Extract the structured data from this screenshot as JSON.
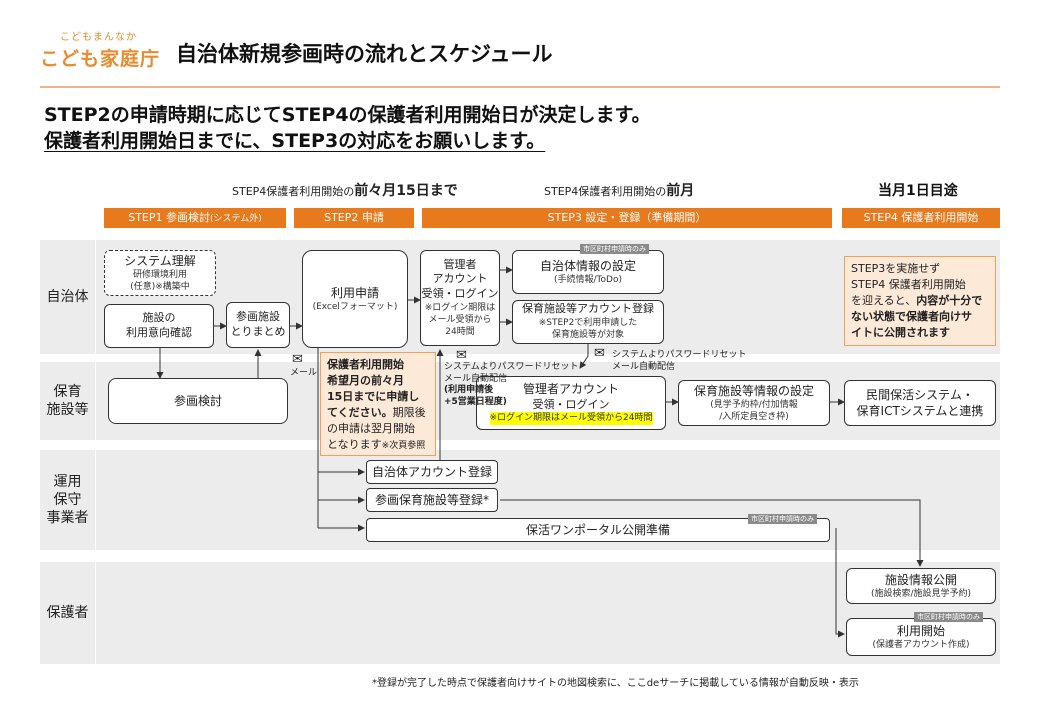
{
  "header": {
    "logo_sub": "こどもまんなか",
    "logo_main": "こども家庭庁",
    "title": "自治体新規参画時の流れとスケジュール"
  },
  "lead": {
    "line1": "STEP2の申請時期に応じてSTEP4の保護者利用開始日が決定します。",
    "line2": "保護者利用開始日までに、STEP3の対応をお願いします。"
  },
  "deadlines": {
    "step2_prefix": "STEP4保護者利用開始の",
    "step2_bold": "前々月15日まで",
    "step3_prefix": "STEP4保護者利用開始の",
    "step3_bold": "前月",
    "step4": "当月1日目途"
  },
  "steps": {
    "step1": "STEP1 参画検討",
    "step1_note": "(システム外)",
    "step2": "STEP2 申請",
    "step3": "STEP3 設定・登録（準備期間）",
    "step4": "STEP4 保護者利用開始"
  },
  "lanes": {
    "municipality": "自治体",
    "facility_line1": "保育",
    "facility_line2": "施設等",
    "operator_line1": "運用",
    "operator_line2": "保守",
    "operator_line3": "事業者",
    "guardian": "保護者"
  },
  "boxes": {
    "system_understanding_title": "システム理解",
    "system_understanding_l2": "研修環境利用",
    "system_understanding_l3": "(任意)※構築中",
    "intent_l1": "施設の",
    "intent_l2": "利用意向確認",
    "compile_l1": "参画施設",
    "compile_l2": "とりまとめ",
    "apply_title": "利用申請",
    "apply_sub": "(Excelフォーマット)",
    "admin_account_l1": "管理者",
    "admin_account_l2": "アカウント",
    "admin_account_l3": "受領・ログイン",
    "admin_account_note1": "※ログイン期限は",
    "admin_account_note2": "メール受領から",
    "admin_account_note3": "24時間",
    "muni_info_title": "自治体情報の設定",
    "muni_info_sub": "(手続情報/ToDo)",
    "facility_account_reg_title": "保育施設等アカウント登録",
    "facility_account_reg_sub1": "※STEP2で利用申請した",
    "facility_account_reg_sub2": "保育施設等が対象",
    "participation": "参画検討",
    "admin_account2_l1": "管理者アカウント",
    "admin_account2_l2": "受領・ログイン",
    "admin_account2_note": "※ログイン期限はメール受領から24時間",
    "facility_info_title": "保育施設等情報の設定",
    "facility_info_sub1": "(見学予約枠/付加情報",
    "facility_info_sub2": "/入所定員空き枠)",
    "private_system_l1": "民間保活システム・",
    "private_system_l2": "保育ICTシステムと連携",
    "muni_account_reg": "自治体アカウント登録",
    "facility_reg": "参画保育施設等登録*",
    "portal_prep": "保活ワンポータル公開準備",
    "publish_title": "施設情報公開",
    "publish_sub": "(施設検索/施設見学予約)",
    "start_title": "利用開始",
    "start_sub": "(保護者アカウント作成)"
  },
  "tags": {
    "city_tag": "市区町村申請時のみ"
  },
  "notes": {
    "apply_deadline_bold1": "保護者利用開始",
    "apply_deadline_bold2": "希望月の前々月",
    "apply_deadline_bold3": "15日までに申請し",
    "apply_deadline_bold4": "てください。",
    "apply_deadline_rest1": "期限後",
    "apply_deadline_rest2": "の申請は翌月開始",
    "apply_deadline_rest3": "となります",
    "apply_deadline_ref": "※次頁参照",
    "step4_warning_l1": "STEP3を実施せず",
    "step4_warning_l2": "STEP4 保護者利用開始",
    "step4_warning_l3": "を迎えると、",
    "step4_warning_b1": "内容が十分で",
    "step4_warning_b2": "ない状態で保護者向けサ",
    "step4_warning_b3": "イトに公開されます",
    "mail1": "メール",
    "mail2_l1": "システムよりパスワードリセット",
    "mail2_l2": "メール自動配信",
    "mail2_l3": "(利用申請後",
    "mail2_l4": "+5営業日程度)",
    "mail3_l1": "システムよりパスワードリセット",
    "mail3_l2": "メール自動配信"
  },
  "footnote": "*登録が完了した時点で保護者向けサイトの地図検索に、ここdeサーチに掲載している情報が自動反映・表示"
}
